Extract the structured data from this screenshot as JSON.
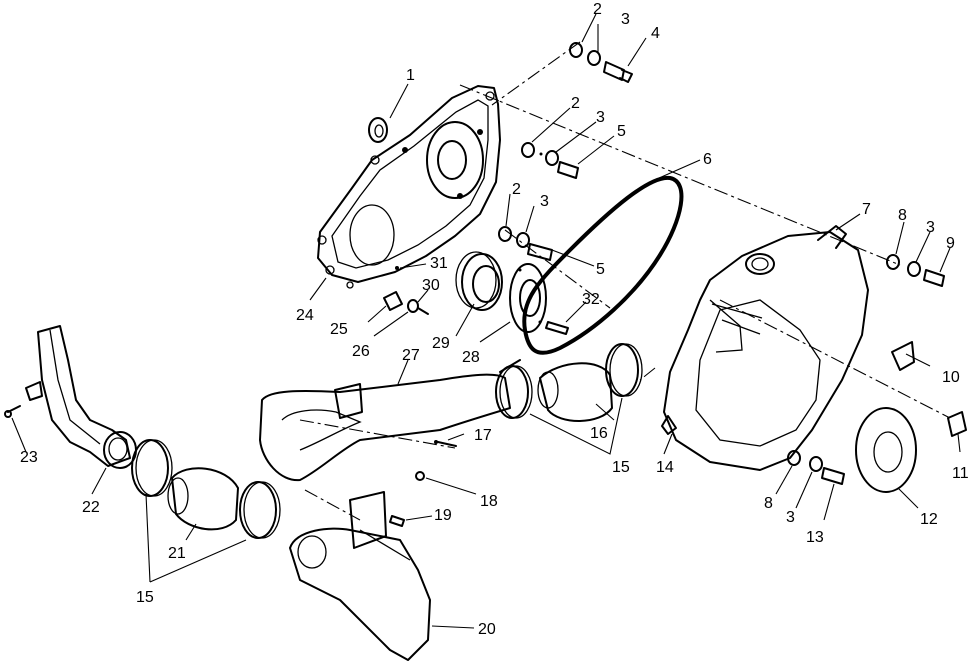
{
  "callouts": [
    {
      "id": "c1",
      "text": "1"
    },
    {
      "id": "c2a",
      "text": "2"
    },
    {
      "id": "c3a",
      "text": "3"
    },
    {
      "id": "c4",
      "text": "4"
    },
    {
      "id": "c2b",
      "text": "2"
    },
    {
      "id": "c3b",
      "text": "3"
    },
    {
      "id": "c5a",
      "text": "5"
    },
    {
      "id": "c6",
      "text": "6"
    },
    {
      "id": "c2c",
      "text": "2"
    },
    {
      "id": "c3c",
      "text": "3"
    },
    {
      "id": "c5b",
      "text": "5"
    },
    {
      "id": "c7",
      "text": "7"
    },
    {
      "id": "c8a",
      "text": "8"
    },
    {
      "id": "c3d",
      "text": "3"
    },
    {
      "id": "c9",
      "text": "9"
    },
    {
      "id": "c31",
      "text": "31"
    },
    {
      "id": "c30",
      "text": "30"
    },
    {
      "id": "c32",
      "text": "32"
    },
    {
      "id": "c24",
      "text": "24"
    },
    {
      "id": "c25",
      "text": "25"
    },
    {
      "id": "c26",
      "text": "26"
    },
    {
      "id": "c29",
      "text": "29"
    },
    {
      "id": "c28",
      "text": "28"
    },
    {
      "id": "c27",
      "text": "27"
    },
    {
      "id": "c10",
      "text": "10"
    },
    {
      "id": "c16",
      "text": "16"
    },
    {
      "id": "c17",
      "text": "17"
    },
    {
      "id": "c15a",
      "text": "15"
    },
    {
      "id": "c14",
      "text": "14"
    },
    {
      "id": "c11",
      "text": "11"
    },
    {
      "id": "c23",
      "text": "23"
    },
    {
      "id": "c22",
      "text": "22"
    },
    {
      "id": "c18",
      "text": "18"
    },
    {
      "id": "c8b",
      "text": "8"
    },
    {
      "id": "c3e",
      "text": "3"
    },
    {
      "id": "c13",
      "text": "13"
    },
    {
      "id": "c12",
      "text": "12"
    },
    {
      "id": "c19",
      "text": "19"
    },
    {
      "id": "c21",
      "text": "21"
    },
    {
      "id": "c15b",
      "text": "15"
    },
    {
      "id": "c20",
      "text": "20"
    }
  ]
}
